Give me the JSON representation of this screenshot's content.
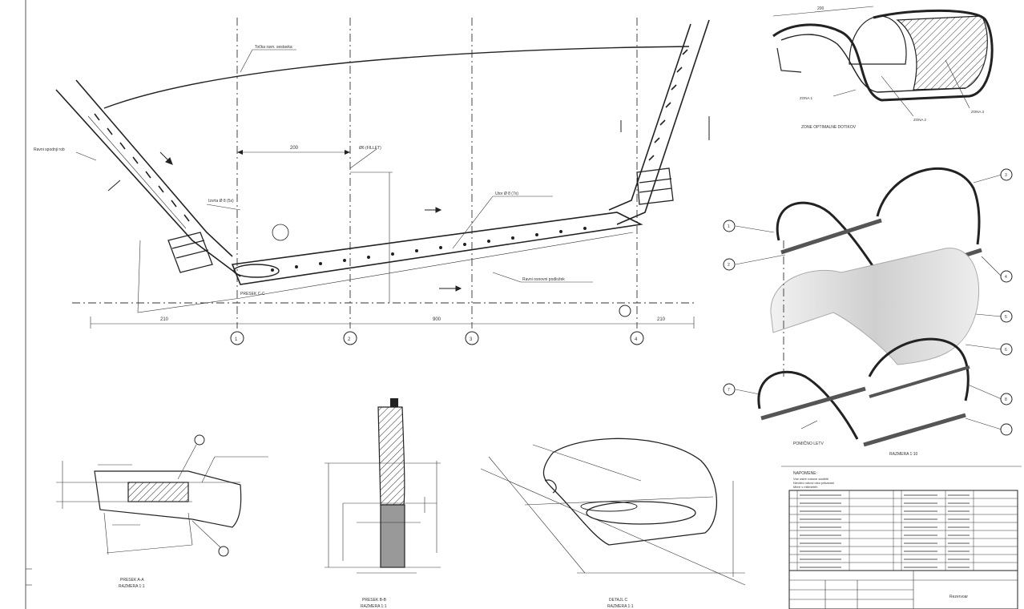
{
  "drawing": {
    "view_labels": {
      "section_aa": "PRESEK A-A",
      "section_aa_scale": "RAZMERA 1:1",
      "section_bb": "PRESEK B-B",
      "section_bb_scale": "RAZMERA 1:1",
      "detail_c": "DETAJL C",
      "detail_c_scale": "RAZMERA 1:1",
      "exploded_scale": "RAZMERA 1:10",
      "zone_caption": "ZONE OPTIMALNE DOTIKOV",
      "section_cc": "PRESEK C-C",
      "tolerance_note": "POMIČNO LETV"
    },
    "dimensions": {
      "top_span": "200",
      "overall_width": "900",
      "left_offset": "210",
      "right_offset": "210",
      "zone_width": "200"
    },
    "axis_markers": [
      "1",
      "2",
      "3",
      "4"
    ],
    "callouts": {
      "outer_line": "Točka ravn. sestavka",
      "inner_left": "Ravni spodnji rob",
      "bore_note": "Izvrta Ø 8 (5x)",
      "slot_note": "Utor Ø 8 (7x)",
      "wall_note": "Ravni osnovni podložek",
      "hole_label": "Ø6 (FILLET)"
    },
    "zone_labels": [
      "ZONA 1",
      "ZONA 2",
      "ZONA 3"
    ],
    "exploded_balloons": [
      "1",
      "2",
      "3",
      "4",
      "5",
      "6",
      "7",
      "8"
    ],
    "title_block": {
      "header": "NAPOMENE:",
      "notes": [
        "Vse ostre robove zaobliti",
        "Nevidni robovi niso prikazani",
        "Mere v milimetrih"
      ],
      "part_rows": 10,
      "title": "Rezervoar"
    }
  },
  "colors": {
    "line": "#222222",
    "paper": "#ffffff",
    "shade": "#d8d8d8"
  }
}
